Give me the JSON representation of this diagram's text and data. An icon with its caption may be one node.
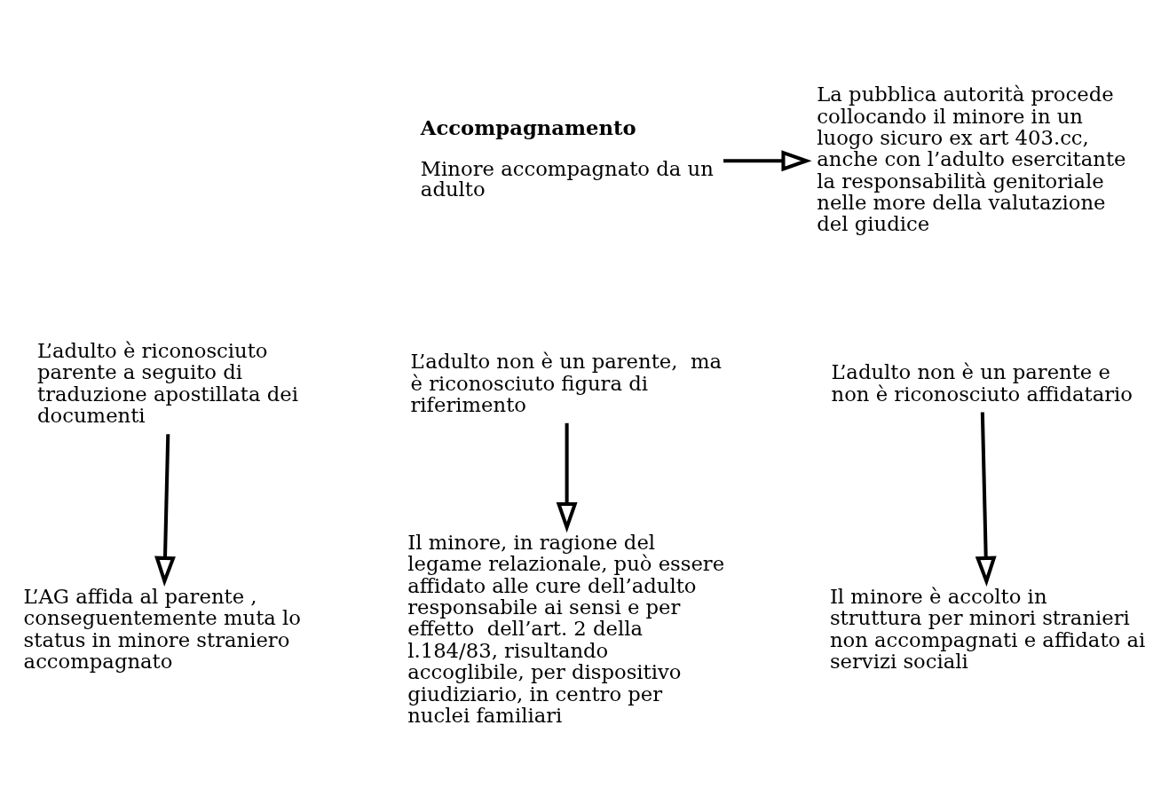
{
  "diagram": {
    "nodes": [
      {
        "text": [
          "Accompagnamento",
          "Minore accompagnato da un adulto"
        ]
      },
      {
        "text": [
          "La pubblica autorità procede collocando il minore in un luogo sicuro ex art 403.cc, anche con l’adulto esercitante la responsabilità genitoriale nelle more della valutazione del giudice"
        ]
      },
      {
        "text": [
          "L’adulto è riconosciuto parente a seguito di traduzione apostillata dei documenti"
        ]
      },
      {
        "text": [
          "L’adulto non è un parente,  ma è riconosciuto figura di riferimento"
        ]
      },
      {
        "text": [
          "L’adulto non è un parente e non è riconosciuto affidatario"
        ]
      },
      {
        "text": [
          "L’AG affida al parente , conseguentemente muta lo status in minore straniero accompagnato"
        ]
      },
      {
        "text": [
          "Il minore, in ragione del legame relazionale, può essere affidato alle cure dell’adulto responsabile ai sensi e per effetto  dell’art. 2 della l.184/83, risultando accoglibile, per dispositivo giudiziario, in centro per nuclei familiari"
        ]
      },
      {
        "text": [
          "Il minore è accolto in struttura per minori stranieri non accompagnati e affidato ai servizi sociali"
        ]
      }
    ],
    "edges": [
      {
        "from": 0,
        "to": 1,
        "arrow": "to"
      },
      {
        "from": 2,
        "to": 5,
        "arrow": "to"
      },
      {
        "from": 3,
        "to": 6,
        "arrow": "to"
      },
      {
        "from": 4,
        "to": 7,
        "arrow": "to"
      }
    ]
  }
}
